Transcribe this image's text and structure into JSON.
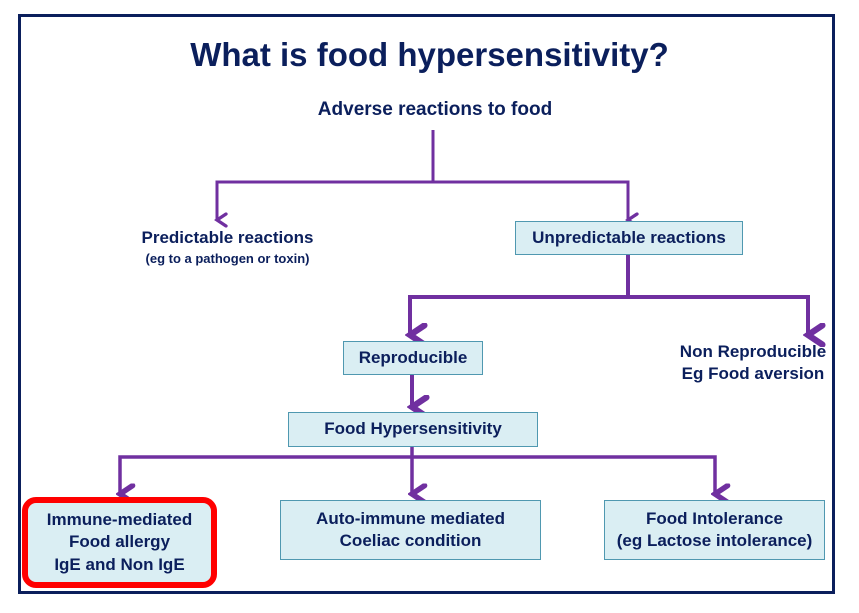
{
  "title": "What is food hypersensitivity?",
  "colors": {
    "title_text": "#0b1f5c",
    "frame_border": "#0b1f5c",
    "arrow": "#7030a0",
    "box_fill": "#daeef3",
    "box_border": "#4f98b0",
    "highlight_border": "#ff0000"
  },
  "nodes": {
    "root": {
      "label": "Adverse reactions to food"
    },
    "predictable": {
      "label": "Predictable reactions",
      "sub": "(eg to a pathogen or toxin)"
    },
    "unpredictable": {
      "label": "Unpredictable reactions"
    },
    "reproducible": {
      "label": "Reproducible"
    },
    "non_reproducible": {
      "line1": "Non Reproducible",
      "line2": "Eg Food aversion"
    },
    "food_hypersensitivity": {
      "label": "Food Hypersensitivity"
    },
    "immune_mediated": {
      "line1": "Immune-mediated",
      "line2": "Food allergy",
      "line3": "IgE and Non IgE",
      "highlighted": true
    },
    "auto_immune": {
      "line1": "Auto-immune mediated",
      "line2": "Coeliac condition"
    },
    "food_intolerance": {
      "line1": "Food Intolerance",
      "line2": "(eg Lactose intolerance)"
    }
  },
  "edges": [
    {
      "from": "root",
      "to": "predictable"
    },
    {
      "from": "root",
      "to": "unpredictable"
    },
    {
      "from": "unpredictable",
      "to": "reproducible"
    },
    {
      "from": "unpredictable",
      "to": "non_reproducible"
    },
    {
      "from": "reproducible",
      "to": "food_hypersensitivity"
    },
    {
      "from": "food_hypersensitivity",
      "to": "immune_mediated"
    },
    {
      "from": "food_hypersensitivity",
      "to": "auto_immune"
    },
    {
      "from": "food_hypersensitivity",
      "to": "food_intolerance"
    }
  ]
}
